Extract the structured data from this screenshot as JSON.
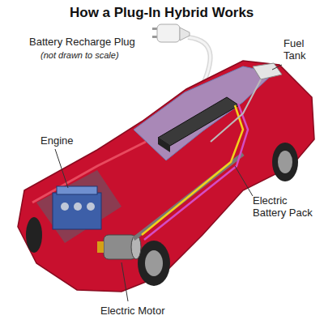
{
  "diagram": {
    "title": "How a Plug-In Hybrid Works",
    "labels": [
      "Battery Recharge Plug",
      "(not drawn to scale)",
      "Fuel Tank",
      "Engine",
      "Electric Battery Pack",
      "Electric Motor"
    ]
  }
}
